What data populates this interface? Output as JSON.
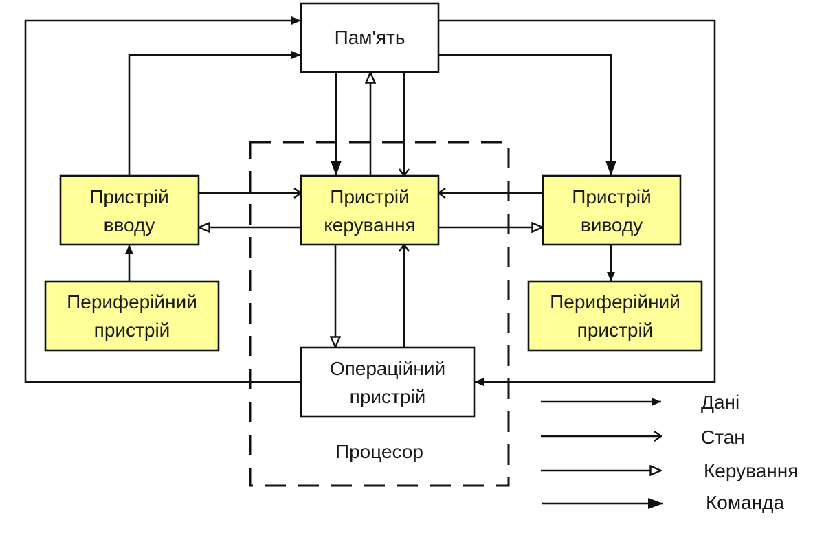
{
  "diagram": {
    "title": "Структура процесора та взаємодія пристроїв",
    "colors": {
      "highlight_fill": "#ffff99",
      "plain_fill": "#ffffff",
      "stroke": "#111111"
    },
    "nodes": {
      "memory": {
        "lines": [
          "Пам'ять"
        ],
        "style": "plain"
      },
      "input_device": {
        "lines": [
          "Пристрій",
          "вводу"
        ],
        "style": "highlight"
      },
      "control_unit": {
        "lines": [
          "Пристрій",
          "керування"
        ],
        "style": "highlight"
      },
      "output_device": {
        "lines": [
          "Пристрій",
          "виводу"
        ],
        "style": "highlight"
      },
      "peripheral_in": {
        "lines": [
          "Периферійний",
          "пристрій"
        ],
        "style": "highlight"
      },
      "peripheral_out": {
        "lines": [
          "Периферійний",
          "пристрій"
        ],
        "style": "highlight"
      },
      "alu": {
        "lines": [
          "Операційний",
          "пристрій"
        ],
        "style": "plain"
      }
    },
    "group": {
      "id": "processor",
      "label": "Процесор",
      "contains": [
        "control_unit",
        "alu"
      ]
    },
    "edges": [
      {
        "from": "alu",
        "to": "memory",
        "type": "data"
      },
      {
        "from": "input_device",
        "to": "memory",
        "type": "data"
      },
      {
        "from": "memory",
        "to": "output_device",
        "type": "command"
      },
      {
        "from": "memory",
        "to": "alu",
        "type": "data"
      },
      {
        "from": "memory",
        "to": "control_unit",
        "type": "command"
      },
      {
        "from": "control_unit",
        "to": "memory",
        "type": "control"
      },
      {
        "from": "memory",
        "to": "control_unit",
        "type": "state"
      },
      {
        "from": "input_device",
        "to": "control_unit",
        "type": "state"
      },
      {
        "from": "control_unit",
        "to": "input_device",
        "type": "control"
      },
      {
        "from": "output_device",
        "to": "control_unit",
        "type": "state"
      },
      {
        "from": "control_unit",
        "to": "output_device",
        "type": "control"
      },
      {
        "from": "control_unit",
        "to": "alu",
        "type": "control"
      },
      {
        "from": "alu",
        "to": "control_unit",
        "type": "state"
      },
      {
        "from": "peripheral_in",
        "to": "input_device",
        "type": "data"
      },
      {
        "from": "output_device",
        "to": "peripheral_out",
        "type": "data"
      }
    ],
    "legend": [
      {
        "type": "data",
        "label": "Дані",
        "marker": "filled-small"
      },
      {
        "type": "state",
        "label": "Стан",
        "marker": "open-chevron"
      },
      {
        "type": "control",
        "label": "Керування",
        "marker": "hollow-triangle"
      },
      {
        "type": "command",
        "label": "Команда",
        "marker": "filled-large"
      }
    ]
  }
}
